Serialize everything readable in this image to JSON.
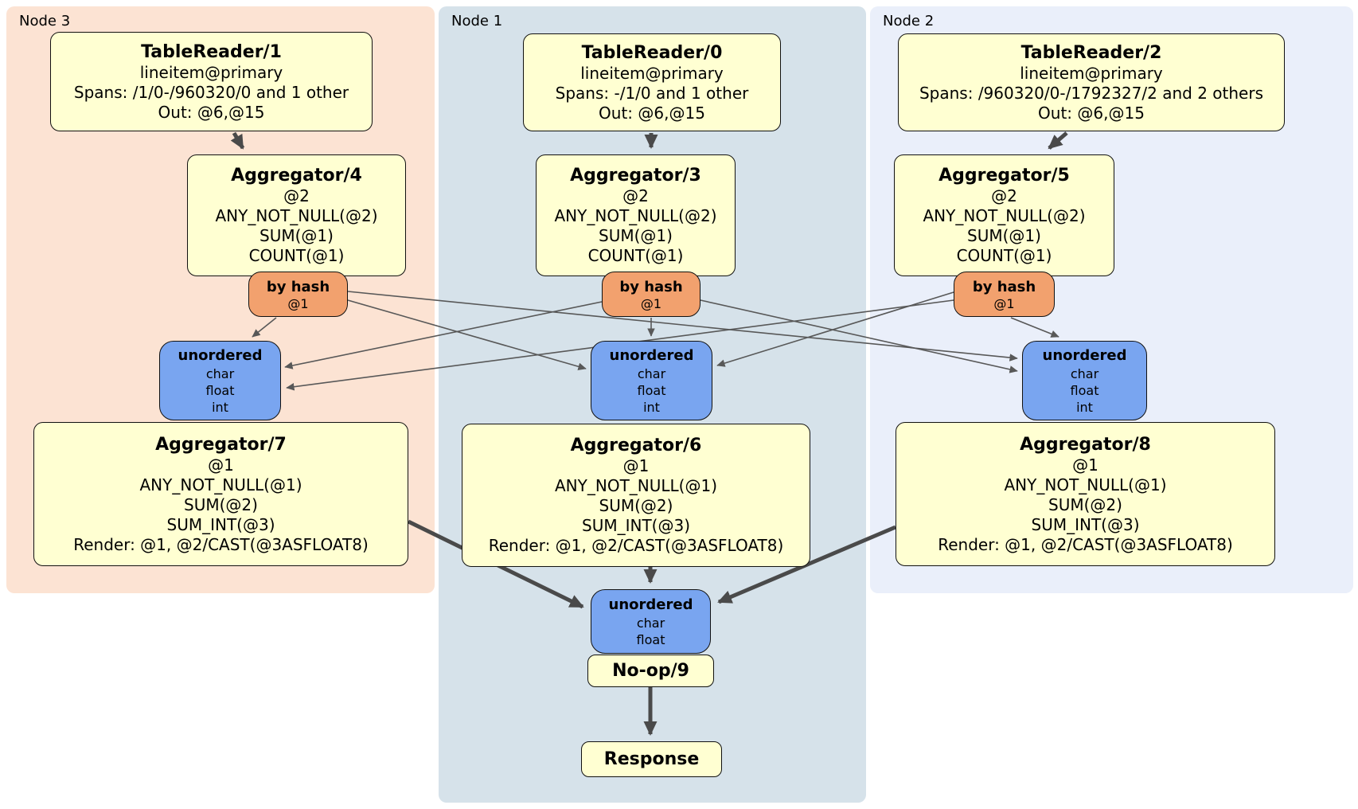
{
  "colors": {
    "page_bg": "#ffffff",
    "node3_bg": "#fce3d3",
    "node1_bg": "#d6e2ea",
    "node2_bg": "#eaeffa",
    "box_fill": "#ffffd2",
    "router_fill": "#f2a16e",
    "sync_fill": "#79a5f0",
    "edge_thin": "#585858",
    "edge_thick": "#4a4a4a"
  },
  "regions": {
    "node3": {
      "label": "Node 3"
    },
    "node1": {
      "label": "Node 1"
    },
    "node2": {
      "label": "Node 2"
    }
  },
  "boxes": {
    "tablereader1": {
      "title": "TableReader/1",
      "lines": [
        "lineitem@primary",
        "Spans: /1/0-/960320/0 and 1 other",
        "Out: @6,@15"
      ]
    },
    "tablereader0": {
      "title": "TableReader/0",
      "lines": [
        "lineitem@primary",
        "Spans: -/1/0 and 1 other",
        "Out: @6,@15"
      ]
    },
    "tablereader2": {
      "title": "TableReader/2",
      "lines": [
        "lineitem@primary",
        "Spans: /960320/0-/1792327/2 and 2 others",
        "Out: @6,@15"
      ]
    },
    "aggregator4": {
      "title": "Aggregator/4",
      "lines": [
        "@2",
        "ANY_NOT_NULL(@2)",
        "SUM(@1)",
        "COUNT(@1)"
      ]
    },
    "aggregator3": {
      "title": "Aggregator/3",
      "lines": [
        "@2",
        "ANY_NOT_NULL(@2)",
        "SUM(@1)",
        "COUNT(@1)"
      ]
    },
    "aggregator5": {
      "title": "Aggregator/5",
      "lines": [
        "@2",
        "ANY_NOT_NULL(@2)",
        "SUM(@1)",
        "COUNT(@1)"
      ]
    },
    "router3": {
      "title": "by hash",
      "lines": [
        "@1"
      ]
    },
    "router1": {
      "title": "by hash",
      "lines": [
        "@1"
      ]
    },
    "router2": {
      "title": "by hash",
      "lines": [
        "@1"
      ]
    },
    "sync3": {
      "title": "unordered",
      "lines": [
        "char",
        "float",
        "int"
      ]
    },
    "sync1": {
      "title": "unordered",
      "lines": [
        "char",
        "float",
        "int"
      ]
    },
    "sync2": {
      "title": "unordered",
      "lines": [
        "char",
        "float",
        "int"
      ]
    },
    "aggregator7": {
      "title": "Aggregator/7",
      "lines": [
        "@1",
        "ANY_NOT_NULL(@1)",
        "SUM(@2)",
        "SUM_INT(@3)",
        "Render: @1, @2/CAST(@3ASFLOAT8)"
      ]
    },
    "aggregator6": {
      "title": "Aggregator/6",
      "lines": [
        "@1",
        "ANY_NOT_NULL(@1)",
        "SUM(@2)",
        "SUM_INT(@3)",
        "Render: @1, @2/CAST(@3ASFLOAT8)"
      ]
    },
    "aggregator8": {
      "title": "Aggregator/8",
      "lines": [
        "@1",
        "ANY_NOT_NULL(@1)",
        "SUM(@2)",
        "SUM_INT(@3)",
        "Render: @1, @2/CAST(@3ASFLOAT8)"
      ]
    },
    "sync_final": {
      "title": "unordered",
      "lines": [
        "char",
        "float"
      ]
    },
    "noop": {
      "title": "No-op/9"
    },
    "response": {
      "title": "Response"
    }
  }
}
